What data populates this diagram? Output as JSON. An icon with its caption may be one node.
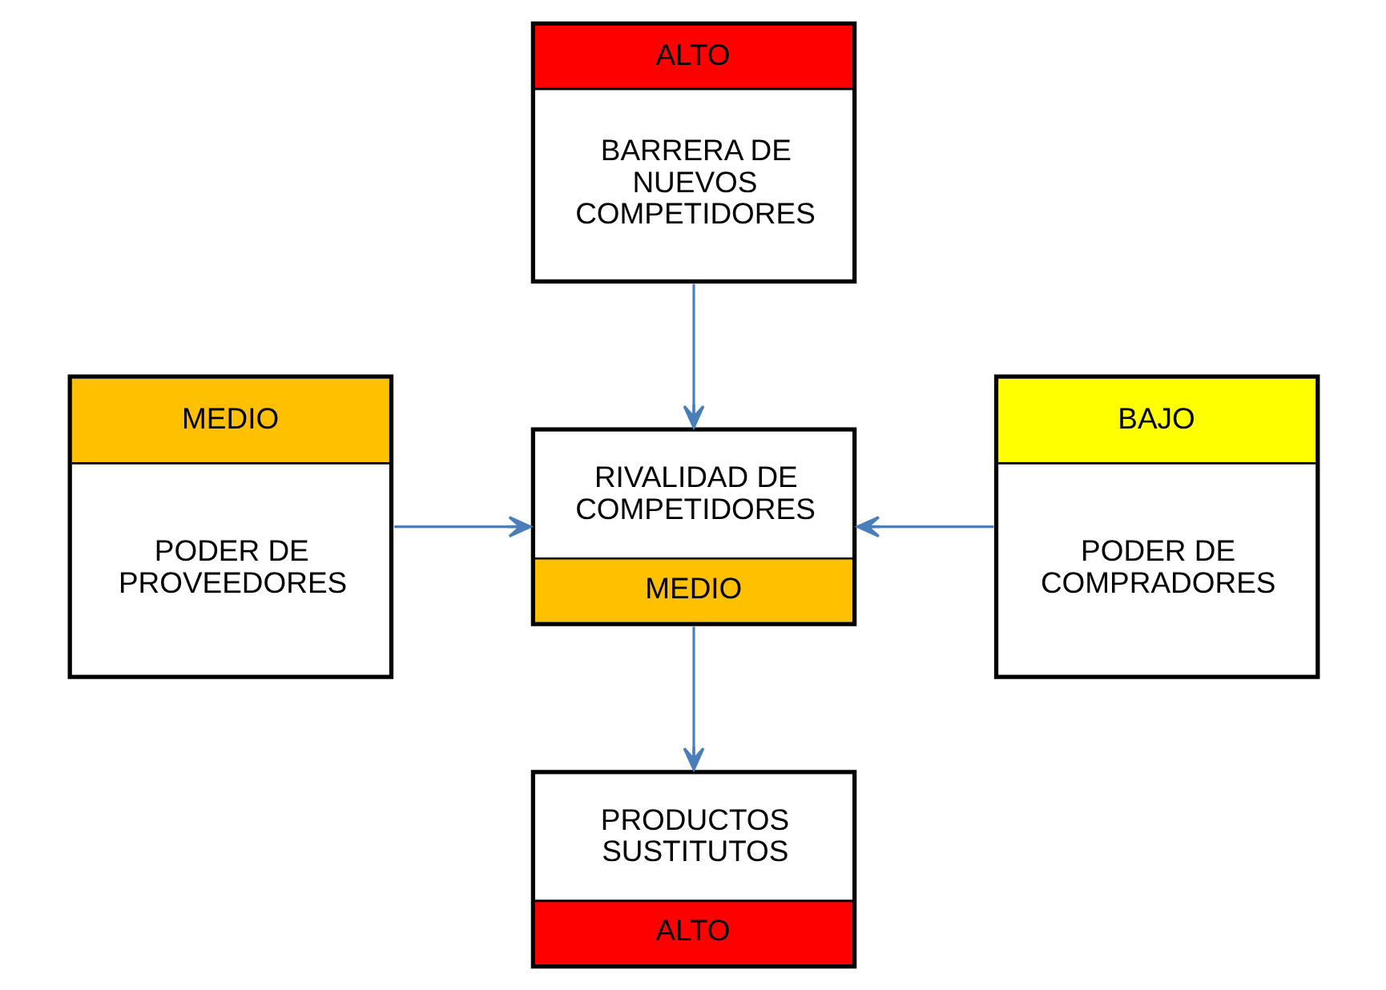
{
  "diagram": {
    "nodes": [
      {
        "text": [
          "ALTO",
          "BARRERA DE NUEVOS COMPETIDORES"
        ]
      },
      {
        "text": [
          "MEDIO",
          "PODER DE PROVEEDORES"
        ]
      },
      {
        "text": [
          "RIVALIDAD DE COMPETIDORES",
          "MEDIO"
        ]
      },
      {
        "text": [
          "BAJO",
          "PODER DE COMPRADORES"
        ]
      },
      {
        "text": [
          "PRODUCTOS SUSTITUTOS",
          "ALTO"
        ]
      }
    ],
    "edges": [
      {
        "from": 0,
        "to": 2,
        "arrow": "to"
      },
      {
        "from": 1,
        "to": 2,
        "arrow": "to"
      },
      {
        "from": 3,
        "to": 2,
        "arrow": "to"
      },
      {
        "from": 2,
        "to": 4,
        "arrow": "to"
      }
    ]
  }
}
